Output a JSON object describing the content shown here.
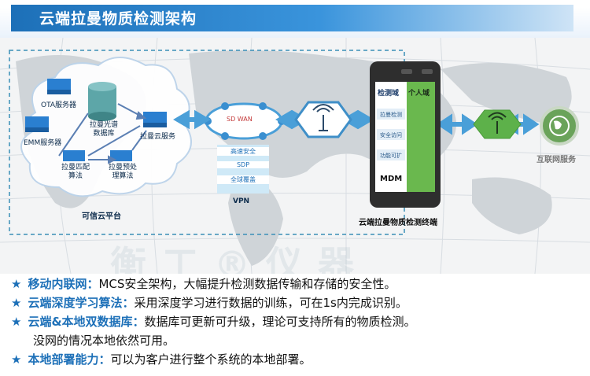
{
  "title": "云端拉曼物质检测架构",
  "cloud": {
    "ota": "OTA服务器",
    "emm": "EMM服务器",
    "db": "拉曼光谱数据库",
    "svc": "拉曼云服务",
    "match": "拉曼匹配算法",
    "preproc": "拉曼预处理算法",
    "platform": "可信云平台"
  },
  "vpn": {
    "items": [
      "高速安全",
      "SDP",
      "全球覆盖"
    ],
    "label": "VPN",
    "ring_text": "SD WAN"
  },
  "terminal": {
    "zone_detect": "检测域",
    "zone_personal": "个人域",
    "items": [
      "拉曼检测",
      "安全访问",
      "功能可扩"
    ],
    "mdm": "MDM",
    "caption": "云端拉曼物质检测终端"
  },
  "internet": "互联网服务",
  "watermark": "衡工®仪器",
  "bullets": [
    {
      "head": "移动内联网：",
      "text": "MCS安全架构，大幅提升检测数据传输和存储的安全性。"
    },
    {
      "head": "云端深度学习算法：",
      "text": "采用深度学习进行数据的训练，可在1s内完成识别。"
    },
    {
      "head": "云端&本地双数据库：",
      "text": "数据库可更新可升级，理论可支持所有的物质检测。"
    },
    {
      "head": "",
      "text": "没网的情况本地依然可用。"
    },
    {
      "head": "本地部署能力：",
      "text": "可以为客户进行整个系统的本地部署。"
    }
  ],
  "colors": {
    "accent": "#1d70b8",
    "green": "#5db14a",
    "dark": "#2f4f4f"
  }
}
